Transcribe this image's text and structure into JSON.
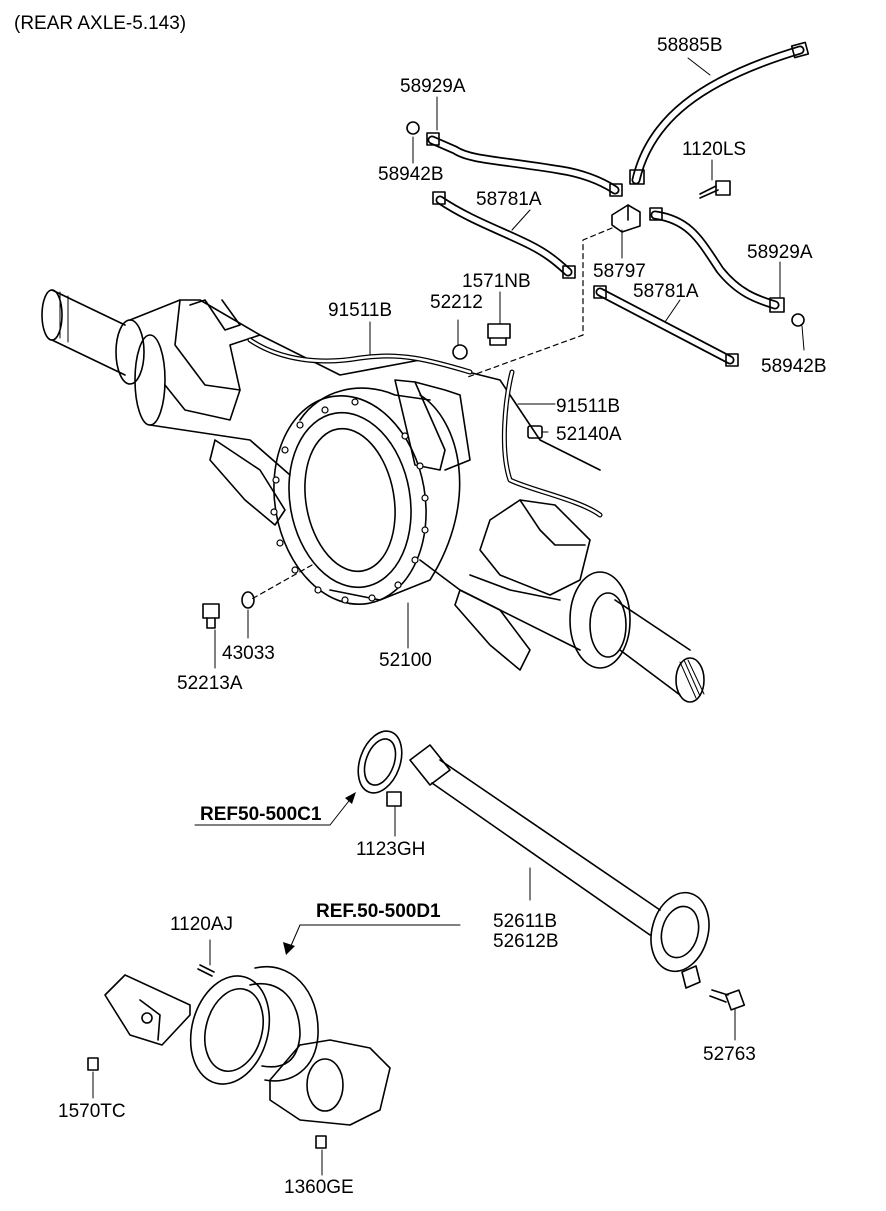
{
  "title": "(REAR AXLE-5.143)",
  "labels": {
    "p58885B": "58885B",
    "p58929A_top": "58929A",
    "p58942B_top": "58942B",
    "p1120LS": "1120LS",
    "p58781A_top": "58781A",
    "p1571NB": "1571NB",
    "p91511B_left": "91511B",
    "p52212": "52212",
    "p58797": "58797",
    "p58929A_right": "58929A",
    "p58781A_right": "58781A",
    "p58942B_right": "58942B",
    "p91511B_right": "91511B",
    "p52140A": "52140A",
    "p43033": "43033",
    "p52100": "52100",
    "p52213A": "52213A",
    "p1123GH": "1123GH",
    "p1120AJ": "1120AJ",
    "p52611B": "52611B",
    "p52612B": "52612B",
    "p52763": "52763",
    "p1570TC": "1570TC",
    "p1360GE": "1360GE"
  },
  "refs": {
    "ref_c1": "REF50-500C1",
    "ref_d1": "REF.50-500D1"
  }
}
